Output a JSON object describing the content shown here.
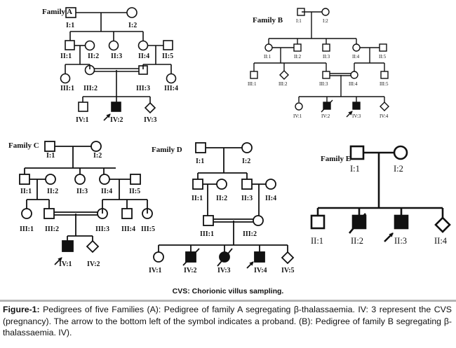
{
  "families": [
    {
      "title": "Family A",
      "labels": [
        "I:1",
        "I:2",
        "II:1",
        "II:2",
        "II:3",
        "II:4",
        "II:5",
        "III:1",
        "III:2",
        "III:3",
        "III:4",
        "IV:1",
        "IV:2",
        "IV:3"
      ]
    },
    {
      "title": "Family B",
      "labels": [
        "I:1",
        "I:2",
        "II:1",
        "II:2",
        "II:3",
        "II:4",
        "II:5",
        "III:1",
        "III:2",
        "III:3",
        "III:4",
        "III:5",
        "IV:1",
        "IV:2",
        "IV:3",
        "IV:4"
      ]
    },
    {
      "title": "Family C",
      "labels": [
        "I:1",
        "I:2",
        "II:1",
        "II:2",
        "II:3",
        "II:4",
        "II:5",
        "III:1",
        "III:2",
        "III:3",
        "III:4",
        "III:5",
        "IV:1",
        "IV:2"
      ]
    },
    {
      "title": "Family D",
      "labels": [
        "I:1",
        "I:2",
        "II:1",
        "II:2",
        "II:3",
        "II:4",
        "III:1",
        "III:2",
        "IV:1",
        "IV:2",
        "IV:3",
        "IV:4",
        "IV:5"
      ]
    },
    {
      "title": "Family E",
      "labels": [
        "I:1",
        "I:2",
        "II:1",
        "II:2",
        "II:3",
        "II:4"
      ]
    }
  ],
  "cvs_note": "CVS: Chorionic villus sampling.",
  "caption": {
    "lead": "Figure-1:",
    "text": " Pedigrees of five Families (A): Pedigree of family A segregating β-thalassaemia. IV: 3 represent the CVS (pregnancy). The arrow to the bottom left of the symbol indicates a proband. (B): Pedigree of family B segregating β-thalassaemia. IV)."
  }
}
